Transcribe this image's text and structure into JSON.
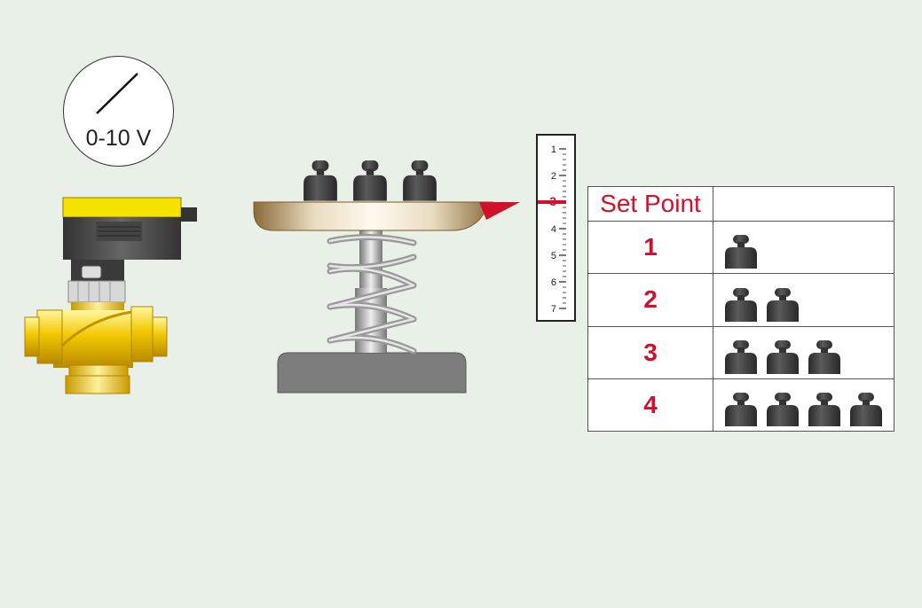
{
  "signal": {
    "label": "0-10 V",
    "icon": "analog-signal-icon"
  },
  "scale": {
    "ticks": [
      "1",
      "2",
      "3",
      "4",
      "5",
      "6",
      "7"
    ],
    "current_value": 3,
    "highlight_color": "#d0112b"
  },
  "weights_on_plate": 3,
  "table": {
    "header": "Set Point",
    "header_right": "",
    "rows": [
      {
        "label": "1",
        "weights": 1
      },
      {
        "label": "2",
        "weights": 2
      },
      {
        "label": "3",
        "weights": 3
      },
      {
        "label": "4",
        "weights": 4
      }
    ]
  },
  "colors": {
    "accent": "#d0112b",
    "actuator_yellow": "#f5e400",
    "valve_brass": "#f2c800",
    "base_gray": "#808080",
    "weight_dark": "#4a4a4a"
  }
}
